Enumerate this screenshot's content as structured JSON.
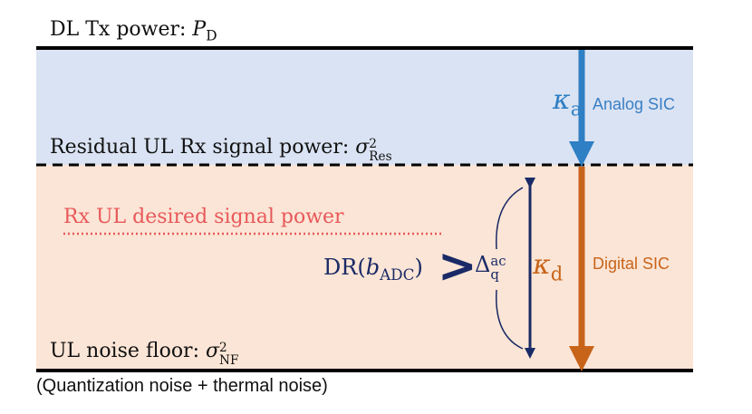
{
  "levels": {
    "dl_tx": {
      "prefix": "DL Tx power: ",
      "symbol": "P",
      "sub": "D"
    },
    "residual": {
      "prefix": "Residual UL Rx signal power: ",
      "symbol": "σ",
      "sup": "2",
      "sub": "Res"
    },
    "rx_desired": {
      "label": "Rx UL desired signal power"
    },
    "noise_floor": {
      "prefix": "UL noise floor: ",
      "symbol": "σ",
      "sup": "2",
      "sub": "NF"
    },
    "noise_note": "(Quantization noise + thermal noise)"
  },
  "sic": {
    "analog": {
      "symbol": "κ",
      "sub": "a",
      "label": "Analog SIC"
    },
    "digital": {
      "symbol": "κ",
      "sub": "d",
      "label": "Digital SIC"
    }
  },
  "dynamic_range": {
    "prefix": "DR(",
    "var": "b",
    "sub": "ADC",
    "suffix": ")",
    "comparator": ">",
    "delta_symbol": "Δ",
    "delta_sup": "ac",
    "delta_sub": "q"
  },
  "colors": {
    "analog_region": "#dae3f3",
    "digital_region": "#fbe5d6",
    "analog_arrow": "#2f7fc4",
    "digital_arrow": "#c8641a",
    "dr_arrow": "#1a2a66",
    "desired_line": "#e8585a",
    "line": "#000000"
  }
}
